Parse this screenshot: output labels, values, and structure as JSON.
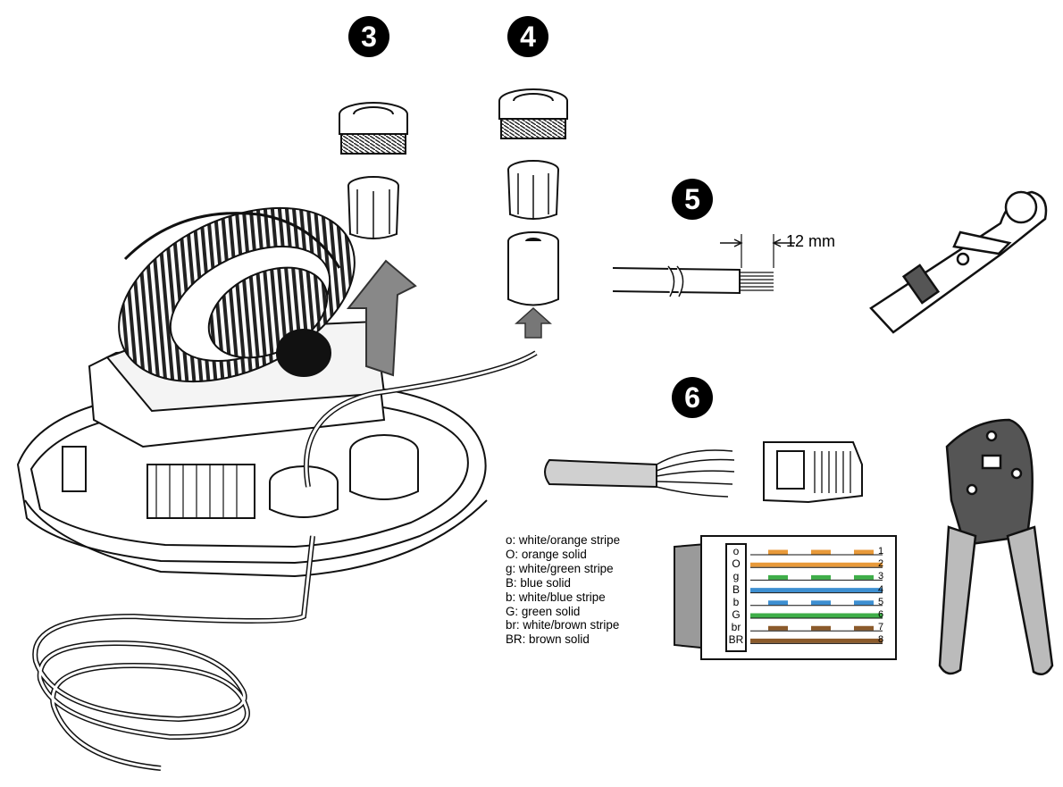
{
  "steps": [
    "3",
    "4",
    "5",
    "6"
  ],
  "strip_length": "12 mm",
  "legend": [
    "o: white/orange stripe",
    "O: orange solid",
    "g: white/green stripe",
    "B: blue solid",
    "b: white/blue stripe",
    "G: green solid",
    "br: white/brown stripe",
    "BR: brown solid"
  ],
  "pins": [
    {
      "code": "o",
      "number": "1",
      "color": "#e89a3a",
      "striped": true
    },
    {
      "code": "O",
      "number": "2",
      "color": "#e89a3a",
      "striped": false
    },
    {
      "code": "g",
      "number": "3",
      "color": "#3fae49",
      "striped": true
    },
    {
      "code": "B",
      "number": "4",
      "color": "#3d8fd1",
      "striped": false
    },
    {
      "code": "b",
      "number": "5",
      "color": "#3d8fd1",
      "striped": true
    },
    {
      "code": "G",
      "number": "6",
      "color": "#3fae49",
      "striped": false
    },
    {
      "code": "br",
      "number": "7",
      "color": "#8b5a2b",
      "striped": true
    },
    {
      "code": "BR",
      "number": "8",
      "color": "#8b5a2b",
      "striped": false
    }
  ]
}
